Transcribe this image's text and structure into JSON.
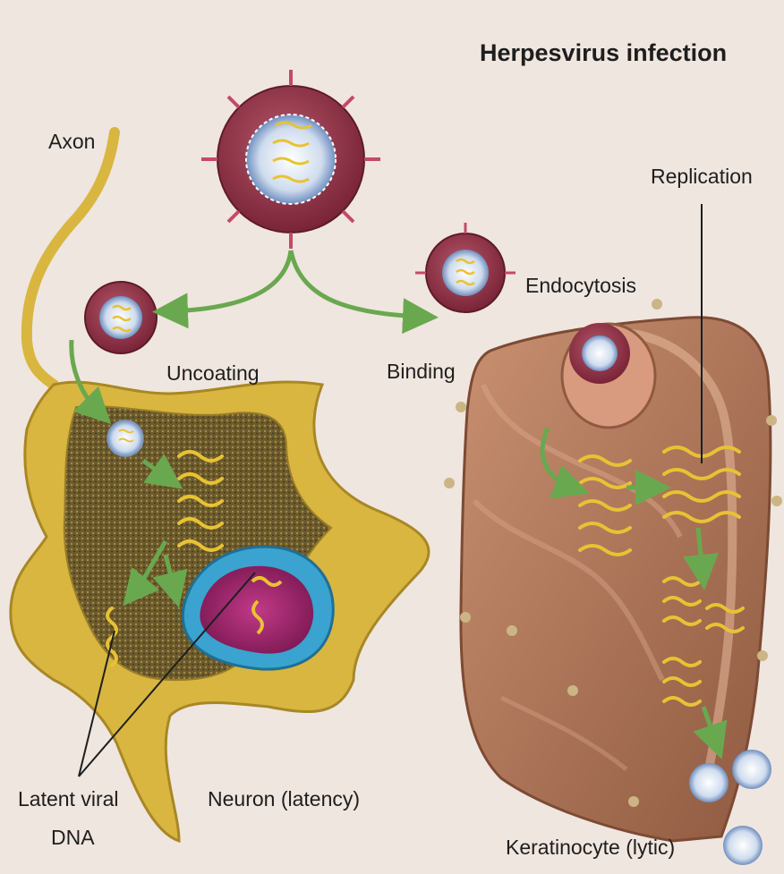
{
  "title": "Herpesvirus infection",
  "labels": {
    "axon": "Axon",
    "replication": "Replication",
    "endocytosis": "Endocytosis",
    "uncoating": "Uncoating",
    "binding": "Binding",
    "latent_line1": "Latent viral",
    "latent_line2": "DNA",
    "neuron": "Neuron (latency)",
    "keratinocyte": "Keratinocyte (lytic)"
  },
  "colors": {
    "background": "#efe6df",
    "neuron_membrane": "#d8b640",
    "neuron_cytoplasm": "#6b5a2c",
    "nucleus_envelope": "#3aa3cf",
    "nucleus_interior": "#a3246e",
    "keratinocyte": "#b07a5c",
    "virion_envelope": "#8b2f45",
    "capsid": "#c9d8ec",
    "viral_dna": "#e9c233",
    "arrow": "#6aa84f"
  }
}
